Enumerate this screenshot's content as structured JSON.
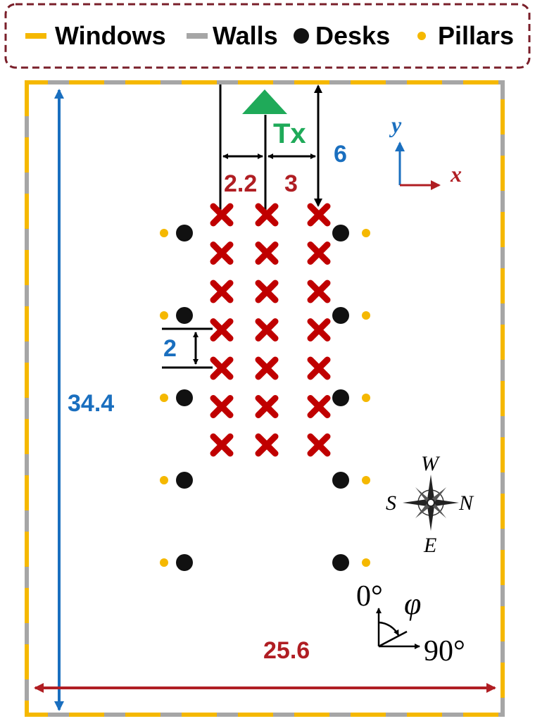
{
  "legend": {
    "windows_label": "Windows",
    "walls_label": "Walls",
    "desks_label": "Desks",
    "pillars_label": "Pillars"
  },
  "colors": {
    "window": "#f5b800",
    "wall": "#a6a6a6",
    "desk": "#111111",
    "pillar": "#f5b800",
    "receiver": "#c00000",
    "tx": "#1faa59",
    "blue": "#1a6fbf",
    "red": "#b01e23",
    "legend_border": "#7a1f2a"
  },
  "transmitter": {
    "label": "Tx"
  },
  "dimensions": {
    "room_length": "34.4",
    "room_width": "25.6",
    "tx_offset": "6",
    "left_spacing": "2.2",
    "right_spacing": "3",
    "row_spacing": "2"
  },
  "axes": {
    "x_label": "x",
    "y_label": "y"
  },
  "compass": {
    "west": "W",
    "south": "S",
    "north": "N",
    "east": "E"
  },
  "angle": {
    "zero": "0°",
    "phi": "φ",
    "ninety": "90°"
  },
  "receivers": {
    "columns": 3,
    "rows": 7
  },
  "furniture": {
    "desk_rows": 5,
    "desks_per_row": 2
  }
}
